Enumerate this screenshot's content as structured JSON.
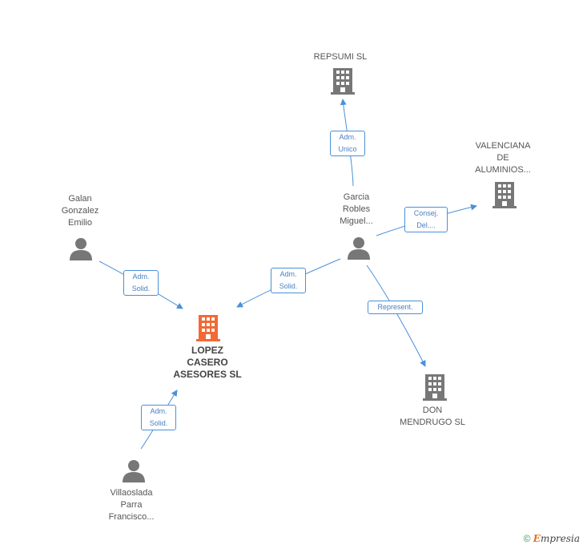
{
  "nodes": {
    "lopez": {
      "lines": [
        "LOPEZ",
        "CASERO",
        "ASESORES SL"
      ],
      "icon": "building-icon",
      "color": "#f26a35"
    },
    "repsumi": {
      "lines": [
        "REPSUMI SL"
      ],
      "icon": "building-icon",
      "color": "#777777"
    },
    "valenciana": {
      "lines": [
        "VALENCIANA",
        "DE",
        "ALUMINIOS..."
      ],
      "icon": "building-icon",
      "color": "#777777"
    },
    "don": {
      "lines": [
        "DON",
        "MENDRUGO SL"
      ],
      "icon": "building-icon",
      "color": "#777777"
    },
    "garcia": {
      "lines": [
        "Garcia",
        "Robles",
        "Miguel..."
      ],
      "icon": "person-icon",
      "color": "#777777"
    },
    "galan": {
      "lines": [
        "Galan",
        "Gonzalez",
        "Emilio"
      ],
      "icon": "person-icon",
      "color": "#777777"
    },
    "villaoslada": {
      "lines": [
        "Villaoslada",
        "Parra",
        "Francisco..."
      ],
      "icon": "person-icon",
      "color": "#777777"
    }
  },
  "edges": {
    "garcia_repsumi": [
      "Adm.",
      "Unico"
    ],
    "garcia_valenciana": [
      "Consej.",
      "Del...."
    ],
    "garcia_lopez": [
      "Adm.",
      "Solid."
    ],
    "garcia_don": [
      "Represent."
    ],
    "galan_lopez": [
      "Adm.",
      "Solid."
    ],
    "villaoslada_lopez": [
      "Adm.",
      "Solid."
    ]
  },
  "colors": {
    "edge": "#4a90d9",
    "focus": "#f26a35",
    "node": "#777777",
    "copyright": "#3a9a56"
  },
  "footer": {
    "copyright": "©",
    "brand_e": "E",
    "brand_rest": "mpresia"
  }
}
